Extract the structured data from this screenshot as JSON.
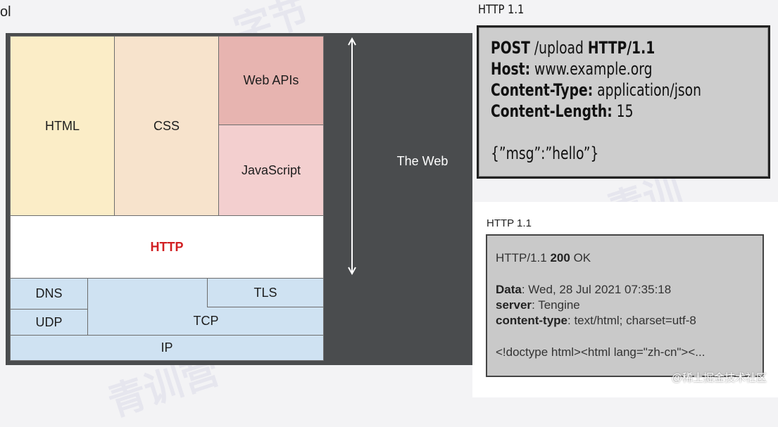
{
  "corner_text": "ol",
  "stack": {
    "html": "HTML",
    "css": "CSS",
    "web_apis": "Web APIs",
    "javascript": "JavaScript",
    "http": "HTTP",
    "dns": "DNS",
    "udp": "UDP",
    "tls": "TLS",
    "tcp": "TCP",
    "ip": "IP",
    "the_web": "The Web"
  },
  "request": {
    "title": "HTTP 1.1",
    "line1_method": "POST",
    "line1_path": " /upload ",
    "line1_version": "HTTP/1.1",
    "host_key": "Host:",
    "host_val": " www.example.org",
    "ctype_key": "Content-Type:",
    "ctype_val": " application/json",
    "clen_key": "Content-Length:",
    "clen_val": " 15",
    "body": "{”msg”:”hello”}"
  },
  "response": {
    "title": "HTTP 1.1",
    "status_pre": "HTTP/1.1 ",
    "status_code": "200",
    "status_post": " OK",
    "date_key": "Data",
    "date_val": ": Wed, 28 Jul 2021 07:35:18",
    "server_key": "server",
    "server_val": ": Tengine",
    "ctype_key": "content-type",
    "ctype_val": ": text/html; charset=utf-8",
    "body": "<!doctype html><html lang=\"zh-cn\"><..."
  },
  "credit": "@稀土掘金技术社区",
  "colors": {
    "panel": "#4a4c4e",
    "html": "#fbedc7",
    "css": "#f7e3cc",
    "web_apis": "#e7b4b0",
    "javascript": "#f3cfcf",
    "http_text": "#d11f22",
    "transport": "#cfe2f2"
  }
}
